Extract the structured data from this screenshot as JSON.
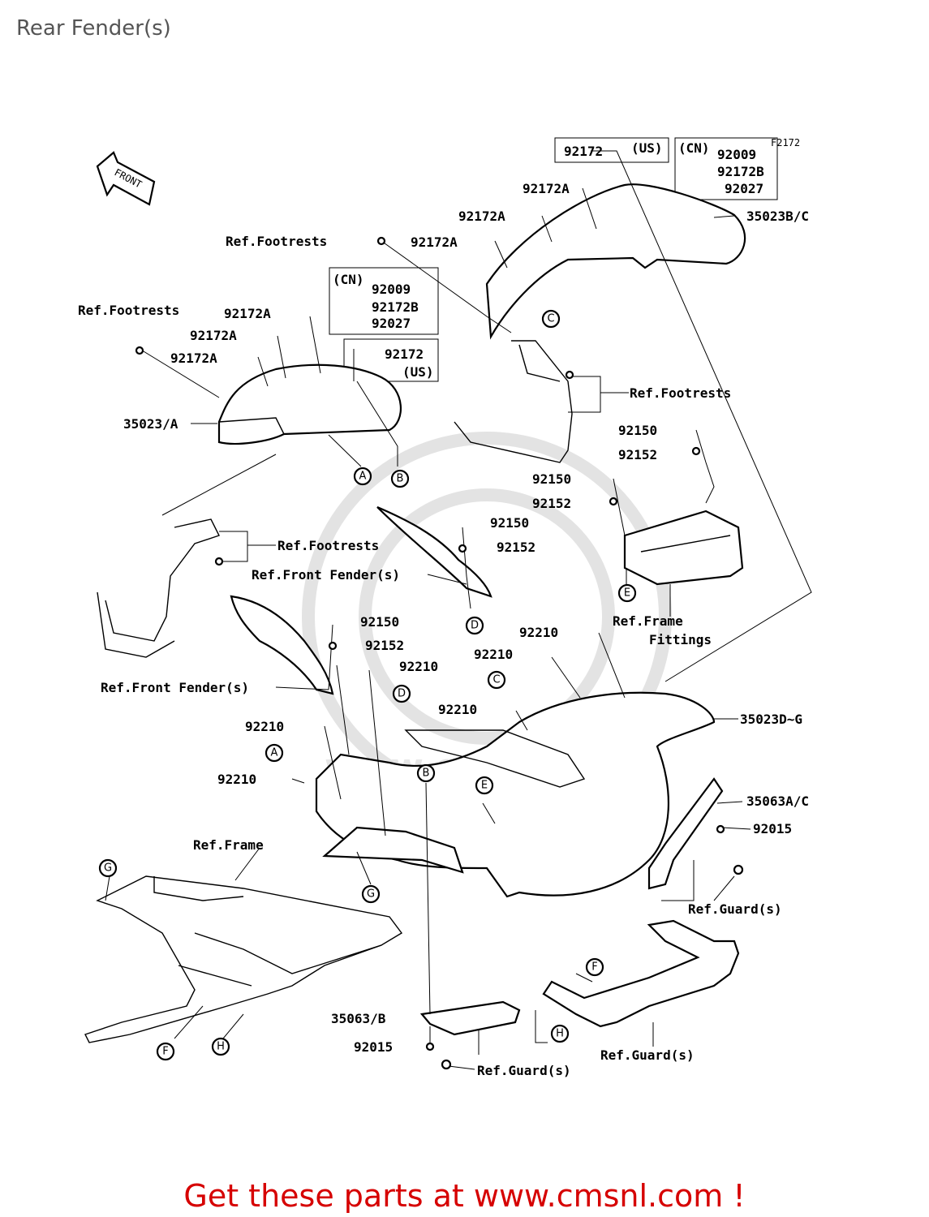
{
  "page": {
    "title": "Rear Fender(s)",
    "footer": "Get these parts at www.cmsnl.com !"
  },
  "diagram": {
    "code": "F2172",
    "front_marker": "FRONT",
    "watermark": "www.cmsnl.com",
    "labels": [
      "92172",
      "(US)",
      "(CN)",
      "92009",
      "92172B",
      "92027",
      "92172A",
      "92172A",
      "92172A",
      "35023B/C",
      "Ref.Footrests",
      "(CN)",
      "92009",
      "92172B",
      "92027",
      "Ref.Footrests",
      "92172A",
      "92172A",
      "92172A",
      "92172",
      "(US)",
      "35023/A",
      "Ref.Footrests",
      "92150",
      "92152",
      "92150",
      "92152",
      "Ref.Footrests",
      "92150",
      "92152",
      "Ref.Front Fender(s)",
      "Ref.Frame",
      "Fittings",
      "92150",
      "92152",
      "92210",
      "Ref.Front Fender(s)",
      "92210",
      "92210",
      "92210",
      "35023D~G",
      "92210",
      "92210",
      "35063A/C",
      "92015",
      "Ref.Frame",
      "Ref.Guard(s)",
      "35063/B",
      "92015",
      "Ref.Guard(s)",
      "Ref.Guard(s)"
    ],
    "callouts": [
      "C",
      "A",
      "B",
      "E",
      "D",
      "C",
      "D",
      "A",
      "B",
      "E",
      "G",
      "G",
      "F",
      "F",
      "H",
      "H"
    ]
  }
}
